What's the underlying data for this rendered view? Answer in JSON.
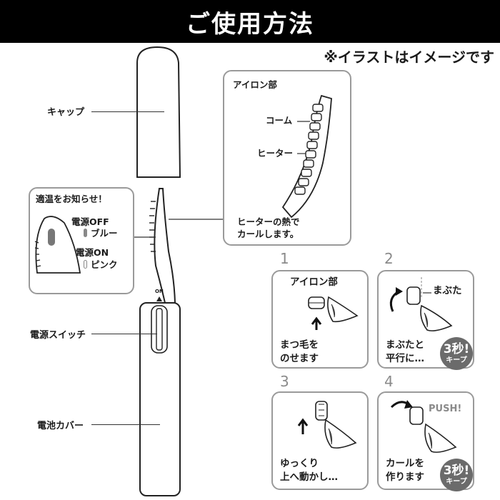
{
  "title": "ご使用方法",
  "note": "※イラストはイメージです",
  "device_labels": {
    "cap": "キャップ",
    "switch": "電源スイッチ",
    "battery": "電池カバー",
    "on_mark": "ON"
  },
  "iron_panel": {
    "title": "アイロン部",
    "comb": "コーム",
    "heater": "ヒーター",
    "desc_line1": "ヒーターの熱で",
    "desc_line2": "カールします。"
  },
  "temp_panel": {
    "title": "適温をお知らせ！",
    "off_label": "電源OFF",
    "off_color": "ブルー",
    "on_label": "電源ON",
    "on_color": "ピンク"
  },
  "steps": [
    {
      "num": "1",
      "top_label": "アイロン部",
      "line1": "まつ毛を",
      "line2": "のせます"
    },
    {
      "num": "2",
      "top_label": "まぶた",
      "line1": "まぶたと",
      "line2": "平行に…",
      "badge_num": "3秒!",
      "badge_sub": "キープ"
    },
    {
      "num": "3",
      "line1": "ゆっくり",
      "line2": "上へ動かし…"
    },
    {
      "num": "4",
      "top_label": "PUSH!",
      "line1": "カールを",
      "line2": "作ります",
      "badge_num": "3秒!",
      "badge_sub": "キープ"
    }
  ]
}
